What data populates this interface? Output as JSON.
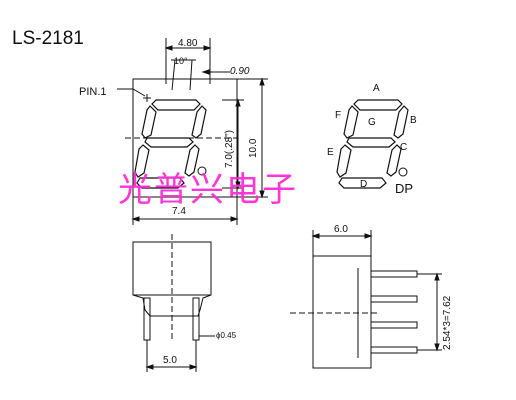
{
  "title": "LS-2181",
  "pin_label": "PIN.1",
  "dims": {
    "top_width": "4.80",
    "angle": "10°",
    "offset": "0.90",
    "digit_height": "7.0(.28\")",
    "body_height": "10.0",
    "body_width": "7.4",
    "side_depth": "6.0",
    "pin_spacing": "2.54*3=7.62",
    "pin_diameter": "ϕ0.45",
    "pin_pitch": "5.0"
  },
  "segments": {
    "a": "A",
    "b": "B",
    "c": "C",
    "d": "D",
    "e": "E",
    "f": "F",
    "g": "G",
    "dp": "DP"
  },
  "watermark": "光普兴电子"
}
